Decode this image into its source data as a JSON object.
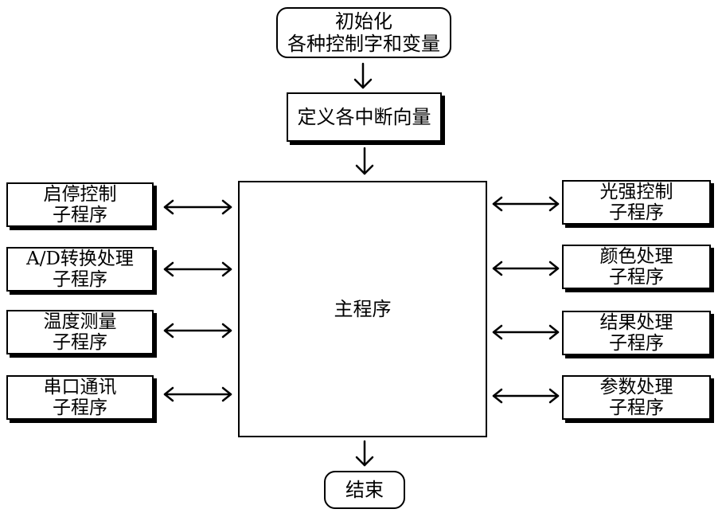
{
  "start": {
    "line1": "初始化",
    "line2": "各种控制字和变量"
  },
  "vectors": {
    "label": "定义各中断向量"
  },
  "main": {
    "label": "主程序"
  },
  "end": {
    "label": "结束"
  },
  "left": [
    {
      "line1": "启停控制",
      "line2": "子程序"
    },
    {
      "line1": "A/D转换处理",
      "line2": "子程序"
    },
    {
      "line1": "温度测量",
      "line2": "子程序"
    },
    {
      "line1": "串口通讯",
      "line2": "子程序"
    }
  ],
  "right": [
    {
      "line1": "光强控制",
      "line2": "子程序"
    },
    {
      "line1": "颜色处理",
      "line2": "子程序"
    },
    {
      "line1": "结果处理",
      "line2": "子程序"
    },
    {
      "line1": "参数处理",
      "line2": "子程序"
    }
  ]
}
